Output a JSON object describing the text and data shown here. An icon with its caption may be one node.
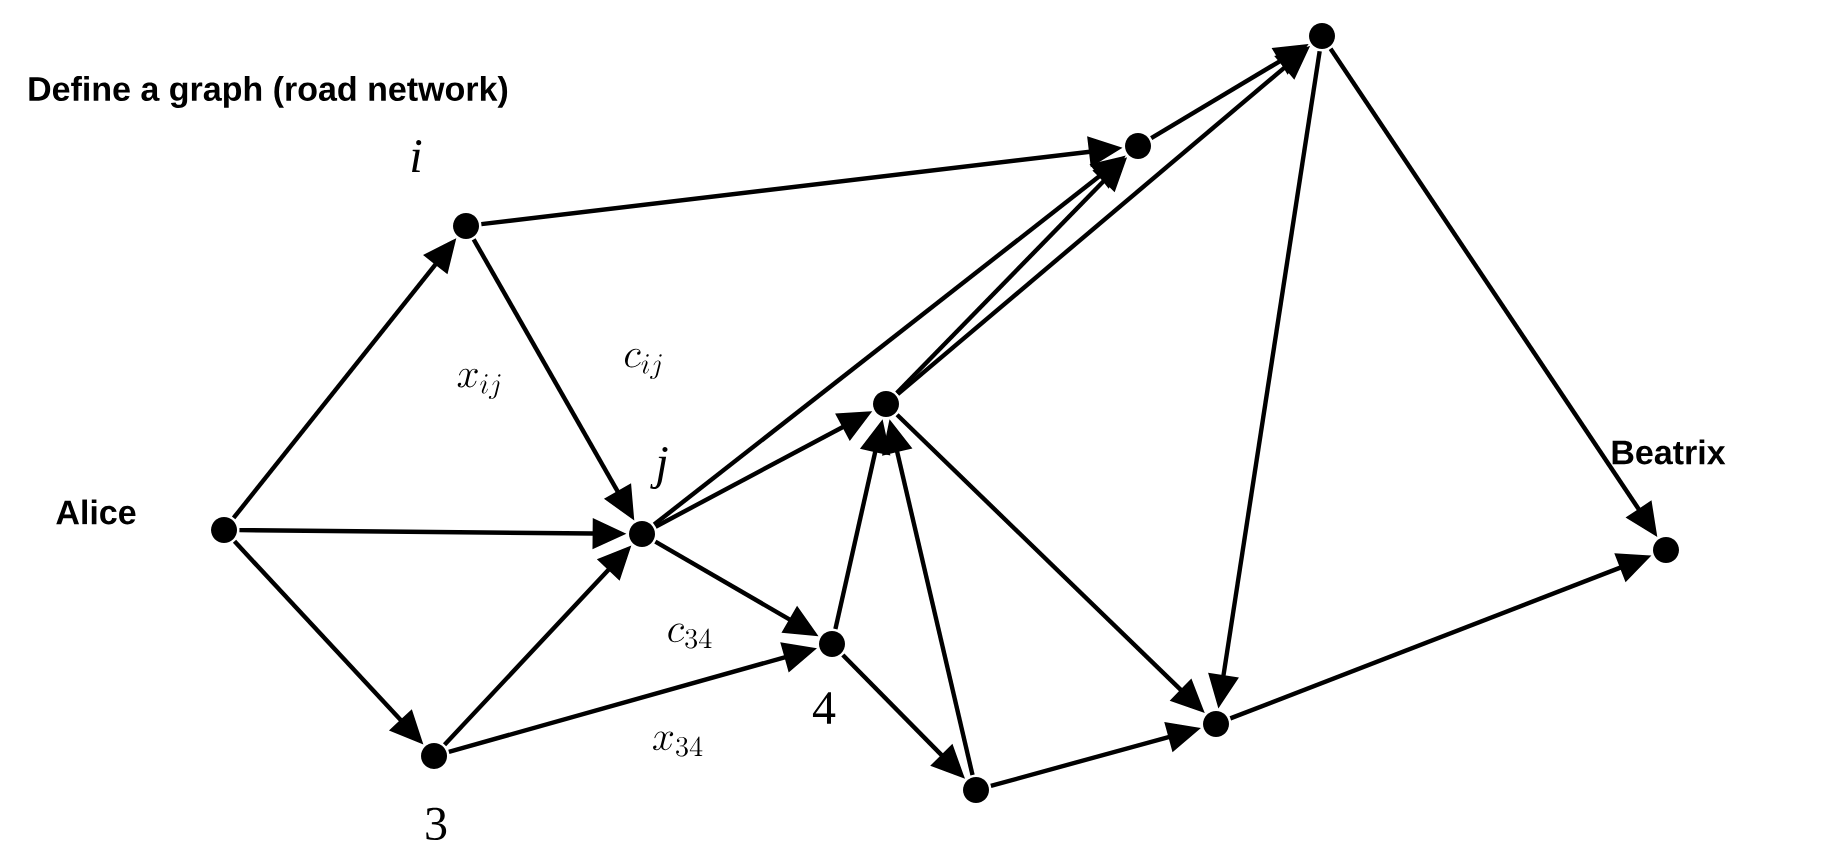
{
  "diagram": {
    "title": "Define a graph (road network)",
    "nodes": [
      {
        "text": [],
        "shape": "circle",
        "beside": [
          "Alice"
        ]
      },
      {
        "text": [],
        "shape": "circle",
        "beside": [
          "i"
        ]
      },
      {
        "text": [],
        "shape": "circle",
        "beside": [
          "j"
        ]
      },
      {
        "text": [],
        "shape": "circle",
        "beside": [
          "3"
        ]
      },
      {
        "text": [],
        "shape": "circle",
        "beside": [
          "4"
        ]
      },
      {
        "text": [],
        "shape": "circle"
      },
      {
        "text": [],
        "shape": "circle"
      },
      {
        "text": [],
        "shape": "circle"
      },
      {
        "text": [],
        "shape": "circle"
      },
      {
        "text": [],
        "shape": "circle"
      },
      {
        "text": [],
        "shape": "circle",
        "beside": [
          "Beatrix"
        ]
      }
    ],
    "edges": [
      {
        "from": 0,
        "to": 1,
        "arrow": "to"
      },
      {
        "from": 0,
        "to": 2,
        "arrow": "to"
      },
      {
        "from": 0,
        "to": 3,
        "arrow": "to"
      },
      {
        "from": 1,
        "to": 2,
        "arrow": "to"
      },
      {
        "from": 1,
        "to": 6,
        "arrow": "to"
      },
      {
        "from": 3,
        "to": 2,
        "arrow": "to"
      },
      {
        "from": 3,
        "to": 4,
        "arrow": "to"
      },
      {
        "from": 2,
        "to": 4,
        "arrow": "to"
      },
      {
        "from": 2,
        "to": 6,
        "arrow": "to"
      },
      {
        "from": 2,
        "to": 5,
        "arrow": "to"
      },
      {
        "from": 4,
        "to": 5,
        "arrow": "to"
      },
      {
        "from": 4,
        "to": 8,
        "arrow": "to"
      },
      {
        "from": 8,
        "to": 5,
        "arrow": "to"
      },
      {
        "from": 8,
        "to": 9,
        "arrow": "to"
      },
      {
        "from": 5,
        "to": 6,
        "arrow": "to"
      },
      {
        "from": 5,
        "to": 7,
        "arrow": "to"
      },
      {
        "from": 6,
        "to": 7,
        "arrow": "to"
      },
      {
        "from": 5,
        "to": 9,
        "arrow": "to"
      },
      {
        "from": 7,
        "to": 9,
        "arrow": "to"
      },
      {
        "from": 7,
        "to": 10,
        "arrow": "to"
      },
      {
        "from": 9,
        "to": 10,
        "arrow": "to"
      }
    ],
    "labels": [
      "c_{ij}",
      "x_{ij}",
      "c_{34}",
      "x_{34}"
    ]
  }
}
